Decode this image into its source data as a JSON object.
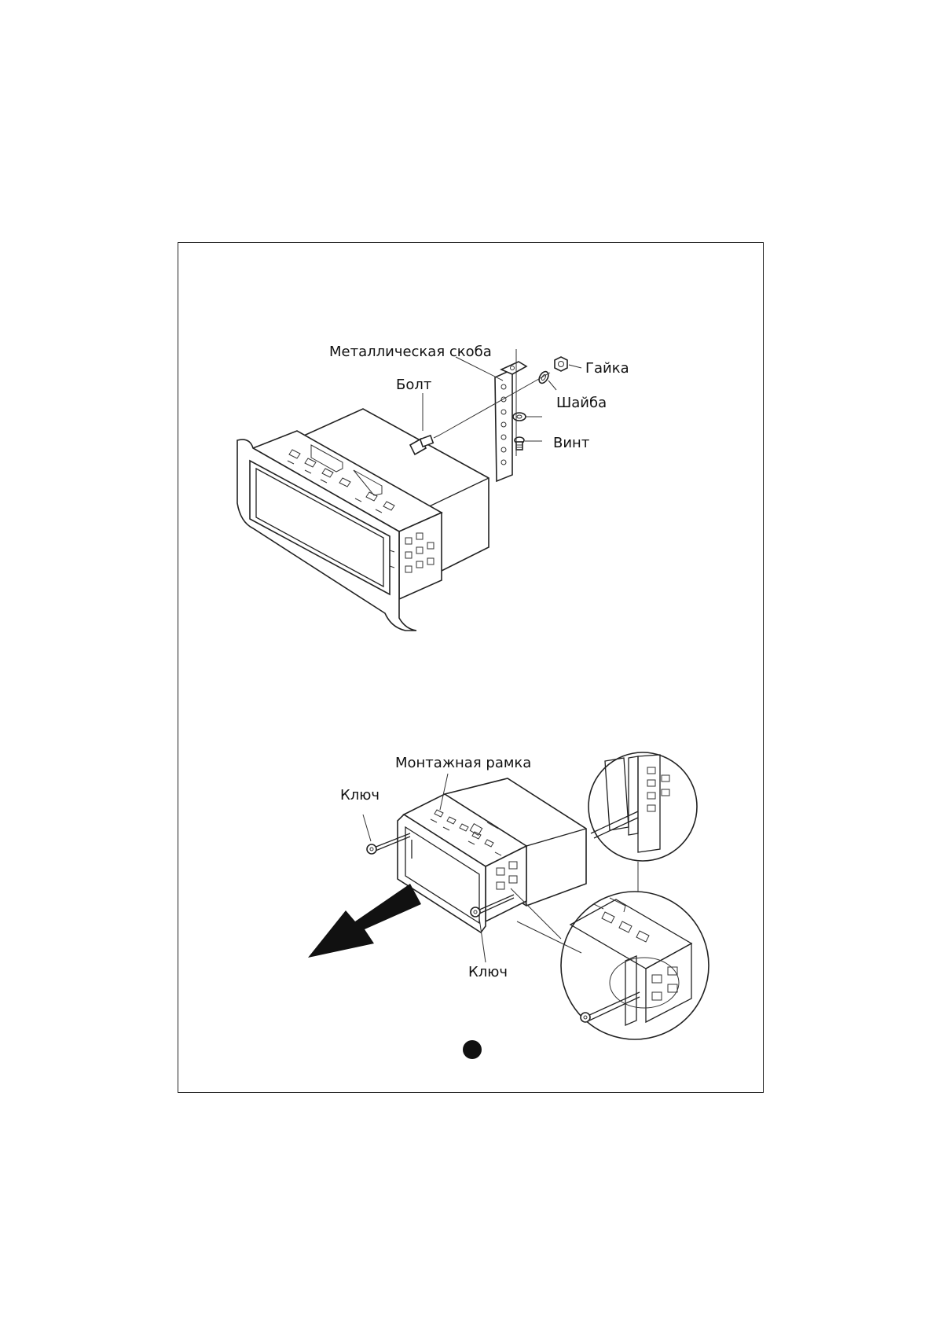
{
  "figure_top": {
    "labels": {
      "bracket": "Металлическая скоба",
      "bolt": "Болт",
      "nut": "Гайка",
      "washer": "Шайба",
      "screw": "Винт"
    }
  },
  "figure_bottom": {
    "labels": {
      "frame": "Монтажная рамка",
      "key_left": "Ключ",
      "key_right": "Ключ"
    }
  }
}
